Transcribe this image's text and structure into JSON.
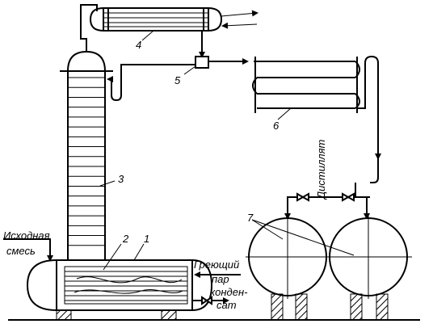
{
  "labels": {
    "feed_line1": "Исходная",
    "feed_line2": "смесь",
    "steam_line1": "Греющий",
    "steam_line2": "пар",
    "condensate_line1": "конден-",
    "condensate_line2": "сат",
    "distillate": "Дистиллят"
  },
  "numbers": {
    "n1": "1",
    "n2": "2",
    "n3": "3",
    "n4": "4",
    "n5": "5",
    "n6": "6",
    "n7": "7"
  },
  "column_tray_count": 18
}
